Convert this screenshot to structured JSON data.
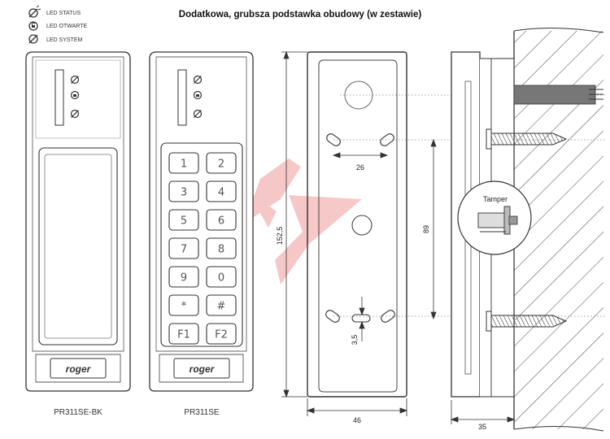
{
  "title": "Dodatkowa, grubsza podstawka obudowy (w zestawie)",
  "legend": [
    {
      "label": "LED STATUS",
      "icon": "led-status-icon"
    },
    {
      "label": "LED OTWARTE",
      "icon": "led-open-icon"
    },
    {
      "label": "LED SYSTEM",
      "icon": "led-system-icon"
    }
  ],
  "readers": [
    {
      "model": "PR311SE-BK",
      "brand": "roger"
    },
    {
      "model": "PR311SE",
      "brand": "roger"
    }
  ],
  "keypad": [
    "1",
    "2",
    "3",
    "4",
    "5",
    "6",
    "7",
    "8",
    "9",
    "0",
    "*",
    "#",
    "F1",
    "F2"
  ],
  "dimensions": {
    "height": "152,5",
    "hole_spacing_h": "26",
    "hole_spacing_v": "89",
    "slot": "3,5",
    "width": "46",
    "depth": "35"
  },
  "side_view": {
    "tamper_label": "Tamper"
  },
  "colors": {
    "line": "#333333",
    "watermark": "#e23b3b",
    "wall_hatch": "#444444"
  }
}
